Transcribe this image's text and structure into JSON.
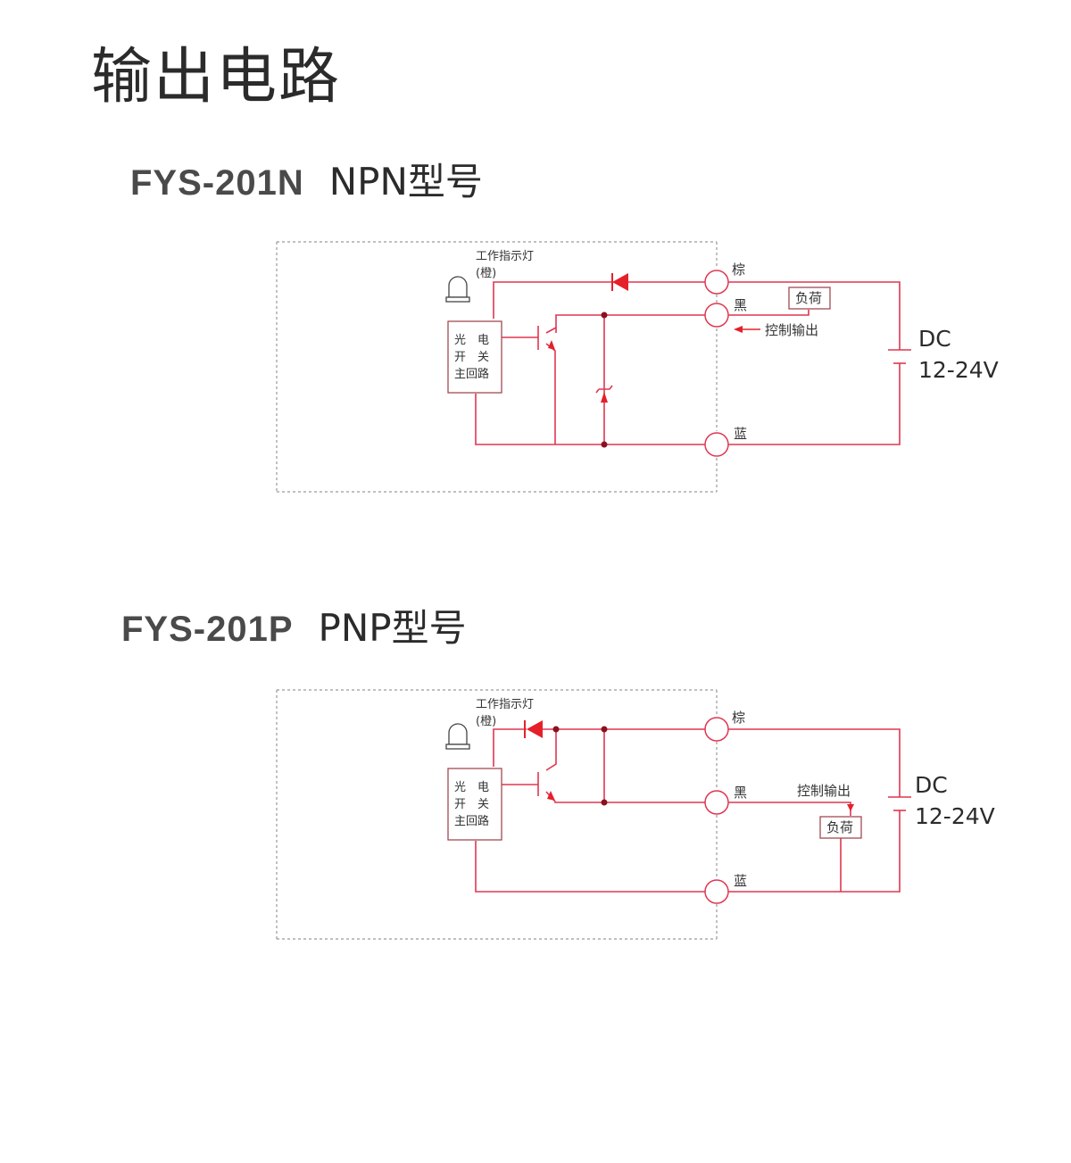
{
  "page": {
    "title": "输出电路"
  },
  "colors": {
    "wire": "#e0364f",
    "marker": "#e5202a",
    "border": "#9a9a9a",
    "text": "#333333"
  },
  "npn": {
    "model": "FYS-201N",
    "variant": "NPN型号",
    "lamp_label": "工作指示灯",
    "lamp_color": "(橙)",
    "main_circuit": {
      "line1": "光　电",
      "line2": "开　关",
      "line3": "主回路"
    },
    "wire_brown": "棕",
    "wire_black": "黑",
    "wire_blue": "蓝",
    "load": "负荷",
    "control_output": "控制输出",
    "supply": "DC",
    "voltage": "12-24V"
  },
  "pnp": {
    "model": "FYS-201P",
    "variant": "PNP型号",
    "lamp_label": "工作指示灯",
    "lamp_color": "(橙)",
    "main_circuit": {
      "line1": "光　电",
      "line2": "开　关",
      "line3": "主回路"
    },
    "wire_brown": "棕",
    "wire_black": "黑",
    "wire_blue": "蓝",
    "load": "负荷",
    "control_output": "控制输出",
    "supply": "DC",
    "voltage": "12-24V"
  }
}
